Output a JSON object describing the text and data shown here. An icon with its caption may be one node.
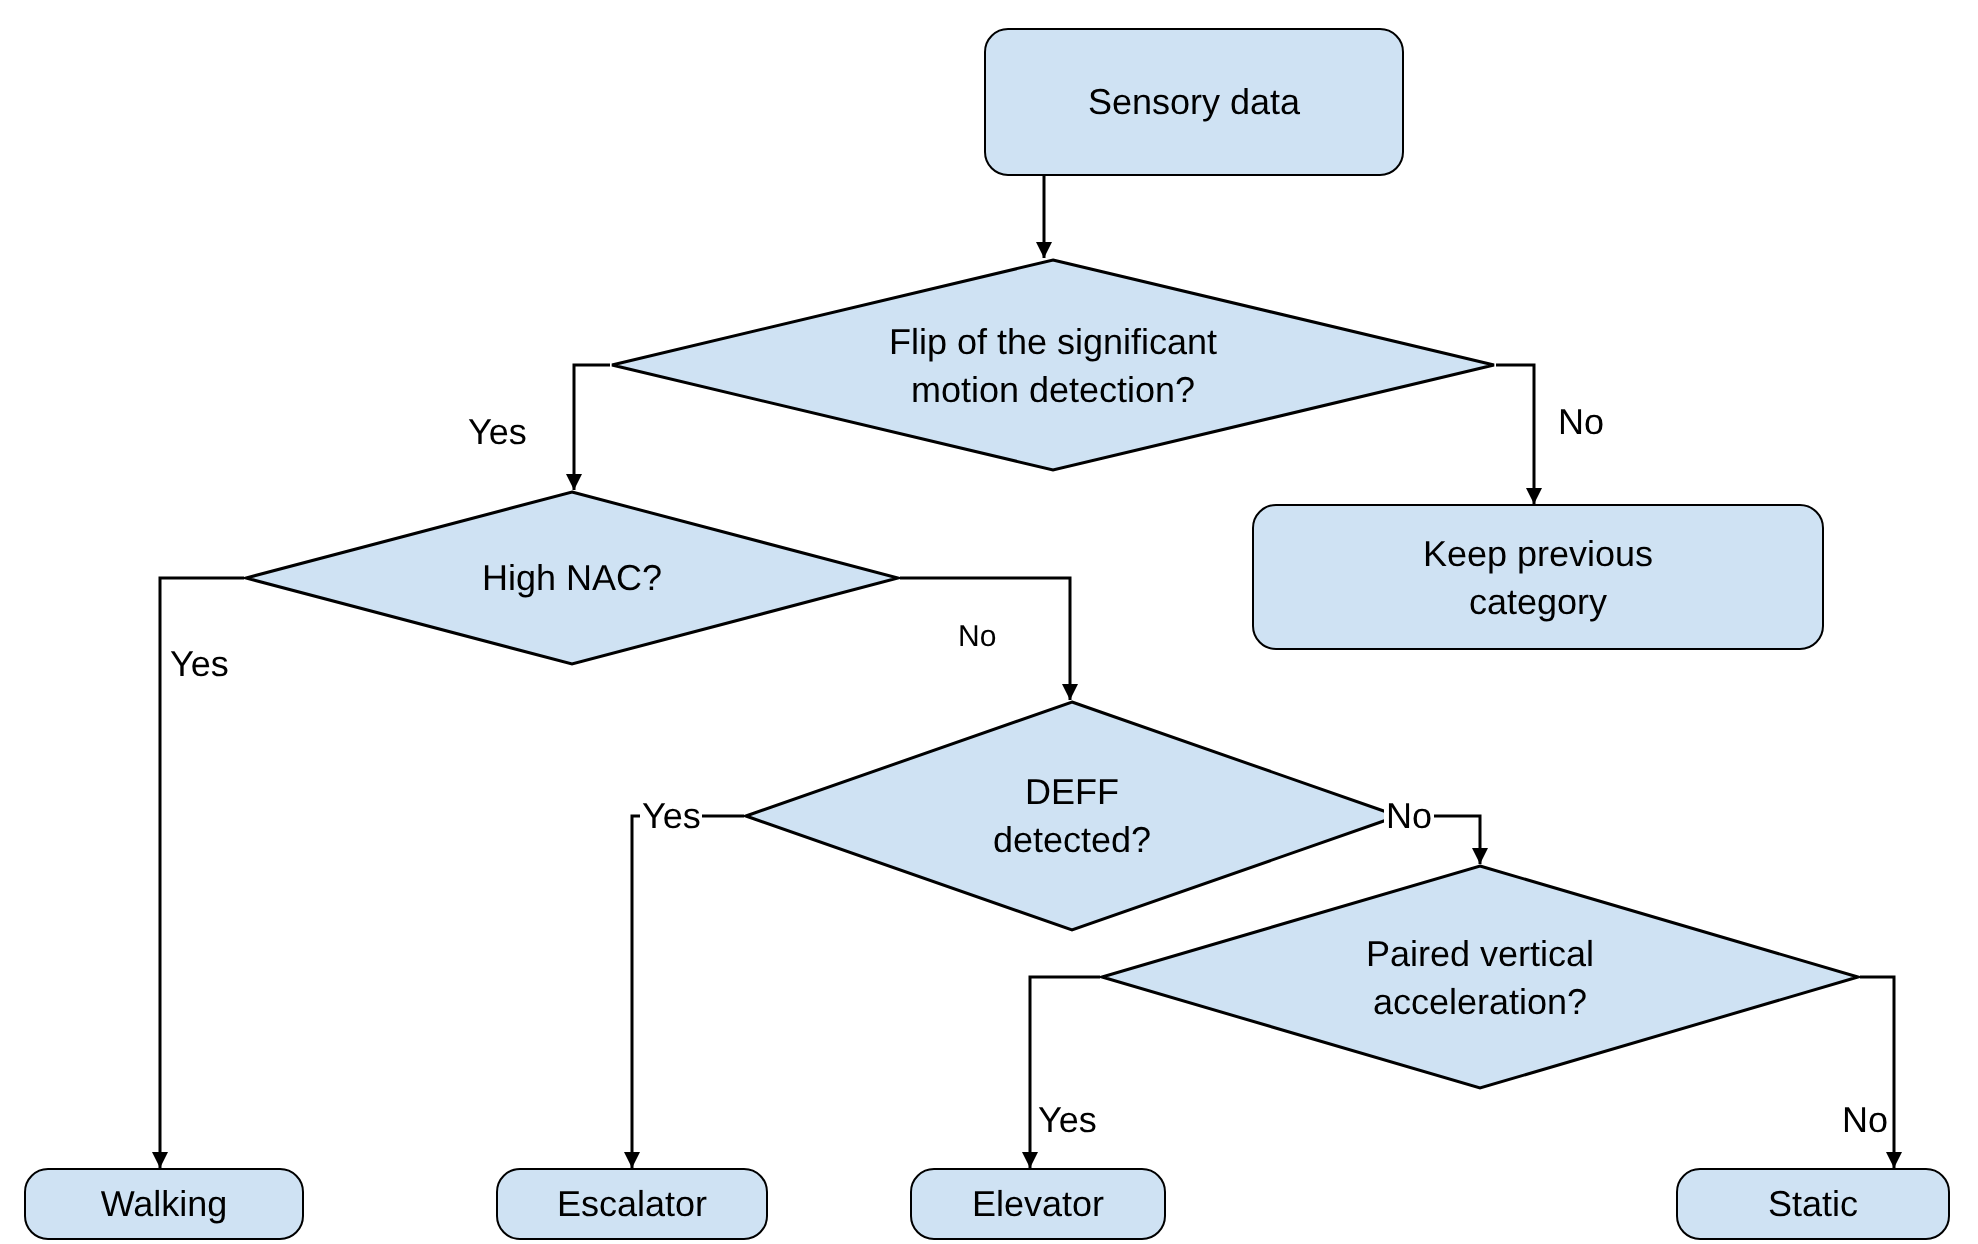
{
  "diagram": {
    "nodes": [
      {
        "text": [
          "Sensory data"
        ]
      },
      {
        "text": [
          "Flip of the significant motion detection?"
        ]
      },
      {
        "text": [
          "High NAC?"
        ]
      },
      {
        "text": [
          "Keep previous category"
        ]
      },
      {
        "text": [
          "DEFF detected?"
        ]
      },
      {
        "text": [
          "Paired vertical acceleration?"
        ]
      },
      {
        "text": [
          "Walking"
        ]
      },
      {
        "text": [
          "Escalator"
        ]
      },
      {
        "text": [
          "Elevator"
        ]
      },
      {
        "text": [
          "Static"
        ]
      }
    ],
    "edges": [
      {
        "from": 0,
        "to": 1,
        "arrow": "to"
      },
      {
        "from": 1,
        "to": 2,
        "arrow": "to",
        "label": "Yes"
      },
      {
        "from": 1,
        "to": 3,
        "arrow": "to",
        "label": "No"
      },
      {
        "from": 2,
        "to": 6,
        "arrow": "to",
        "label": "Yes"
      },
      {
        "from": 2,
        "to": 4,
        "arrow": "to",
        "label": "No"
      },
      {
        "from": 4,
        "to": 7,
        "arrow": "to",
        "label": "Yes"
      },
      {
        "from": 4,
        "to": 5,
        "arrow": "to",
        "label": "No"
      },
      {
        "from": 5,
        "to": 8,
        "arrow": "to",
        "label": "Yes"
      },
      {
        "from": 5,
        "to": 9,
        "arrow": "to",
        "label": "No"
      }
    ]
  }
}
